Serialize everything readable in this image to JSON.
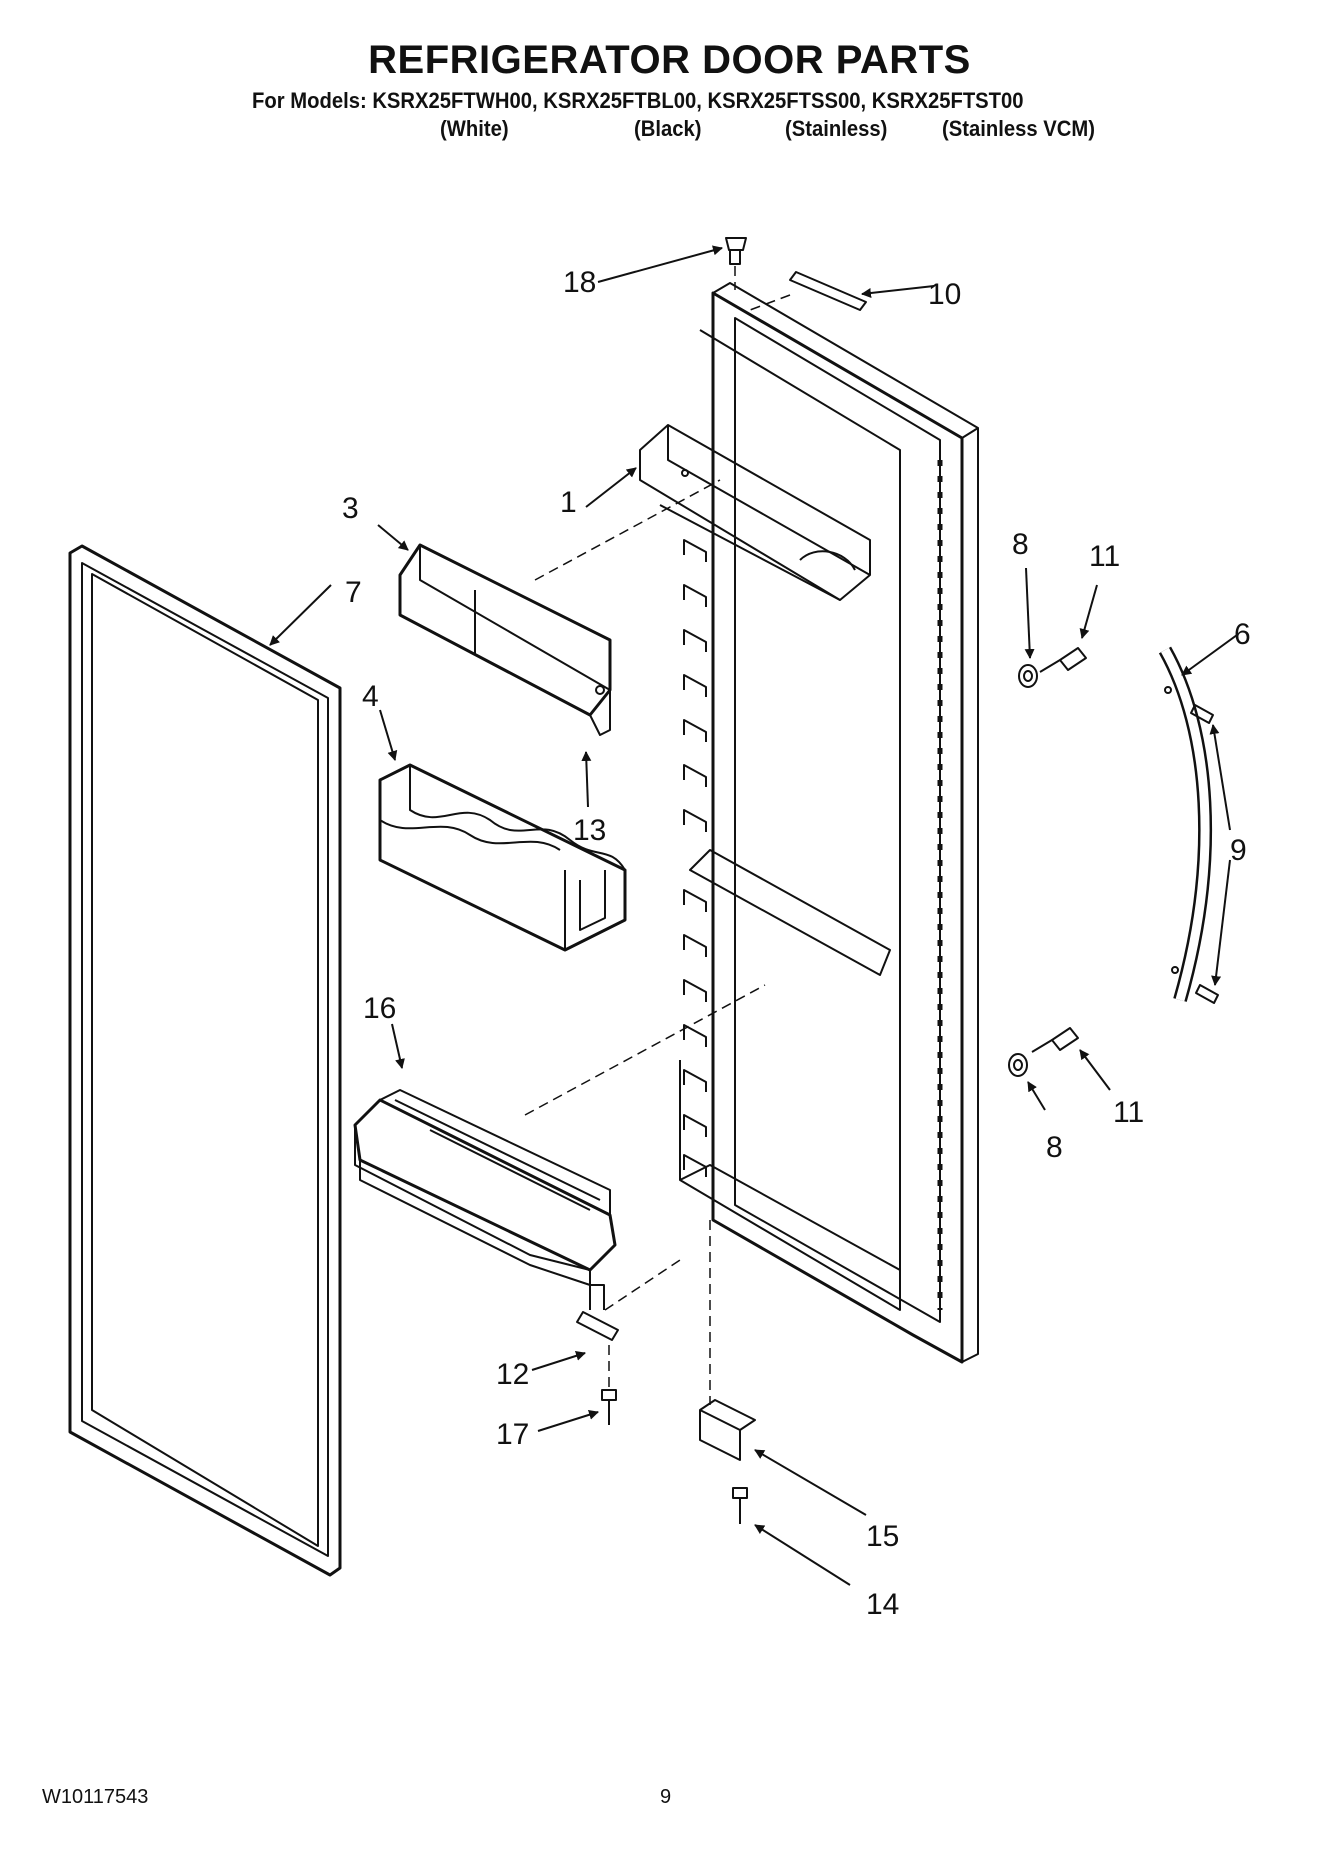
{
  "header": {
    "title": "REFRIGERATOR DOOR PARTS",
    "models_line": "For Models: KSRX25FTWH00, KSRX25FTBL00, KSRX25FTSS00, KSRX25FTST00",
    "finishes": [
      "(White)",
      "(Black)",
      "(Stainless)",
      "(Stainless VCM)"
    ]
  },
  "callouts": {
    "c1": "1",
    "c3": "3",
    "c4": "4",
    "c6": "6",
    "c7": "7",
    "c8a": "8",
    "c8b": "8",
    "c9": "9",
    "c10": "10",
    "c11a": "11",
    "c11b": "11",
    "c12": "12",
    "c13": "13",
    "c14": "14",
    "c15": "15",
    "c16": "16",
    "c17": "17",
    "c18": "18"
  },
  "footer": {
    "doc_number": "W10117543",
    "page_number": "9"
  }
}
